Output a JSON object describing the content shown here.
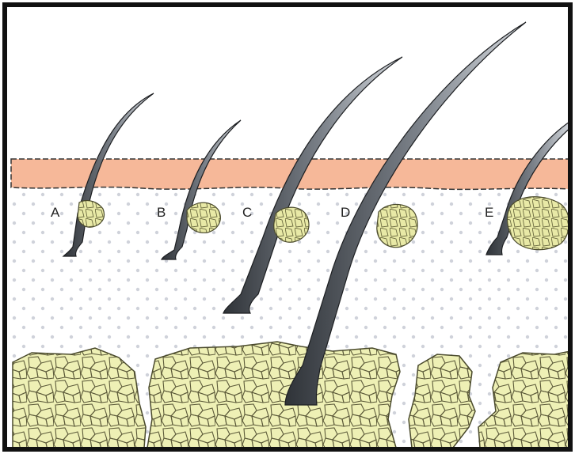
{
  "diagram": {
    "labels": [
      {
        "id": "A",
        "text": "A"
      },
      {
        "id": "B",
        "text": "B"
      },
      {
        "id": "C",
        "text": "C"
      },
      {
        "id": "D",
        "text": "D"
      },
      {
        "id": "E",
        "text": "E"
      }
    ],
    "colors": {
      "frame": "#111111",
      "epidermis": "#f6b899",
      "dermis_dots": "#c9ccd4",
      "fat_fill": "#eef0b5",
      "fat_stroke": "#555533",
      "hair_dark": "#2f3338",
      "hair_light": "#c7ccd2",
      "gland_fill": "#e8e9a6"
    }
  }
}
